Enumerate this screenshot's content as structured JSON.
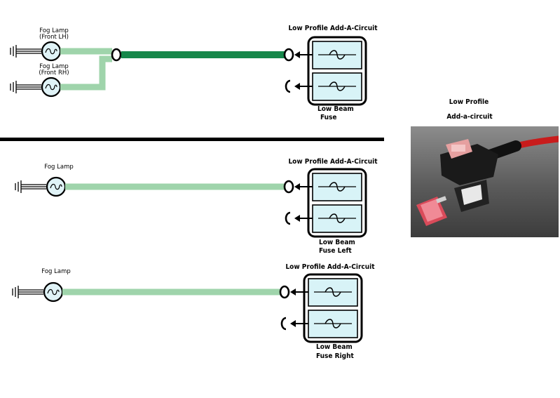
{
  "diagram1": {
    "lamp1_name": "Fog Lamp",
    "lamp1_pos": "(Front LH)",
    "lamp2_name": "Fog Lamp",
    "lamp2_pos": "(Front RH)",
    "title": "Low Profile Add-A-Circuit",
    "fuse_line1": "Low Beam",
    "fuse_line2": "Fuse"
  },
  "diagram2": {
    "lamp_name": "Fog Lamp",
    "title": "Low Profile Add-A-Circuit",
    "fuse_line1": "Low Beam",
    "fuse_line2": "Fuse  Left"
  },
  "diagram3": {
    "lamp_name": "Fog Lamp",
    "title": "Low Profile Add-A-Circuit",
    "fuse_line1": "Low Beam",
    "fuse_line2": "Fuse  Right"
  },
  "photo": {
    "caption1": "Low Profile",
    "caption2": "Add-a-circuit"
  },
  "colors": {
    "wire_light": "#9fd4ab",
    "wire_dark": "#16874a",
    "fuse_fill": "#d8f3f7"
  }
}
